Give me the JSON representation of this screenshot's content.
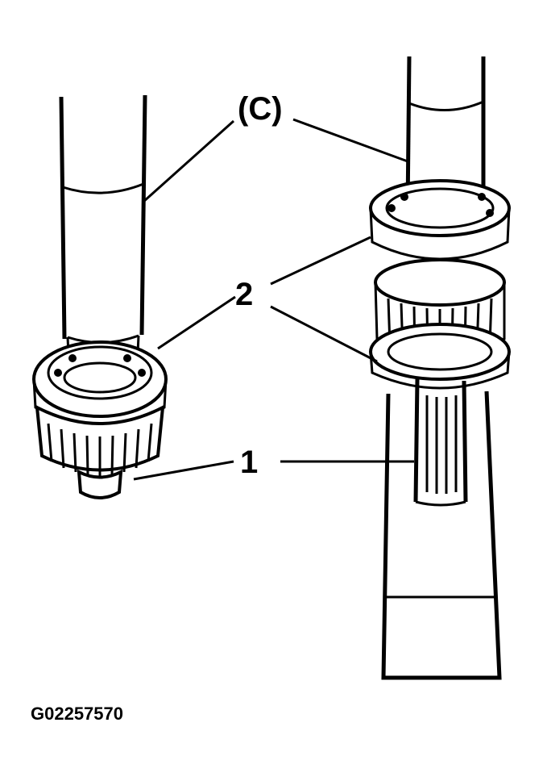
{
  "labels": {
    "tool": "(C)",
    "bearing": "2",
    "pinion": "1"
  },
  "figure_id": "G02257570"
}
